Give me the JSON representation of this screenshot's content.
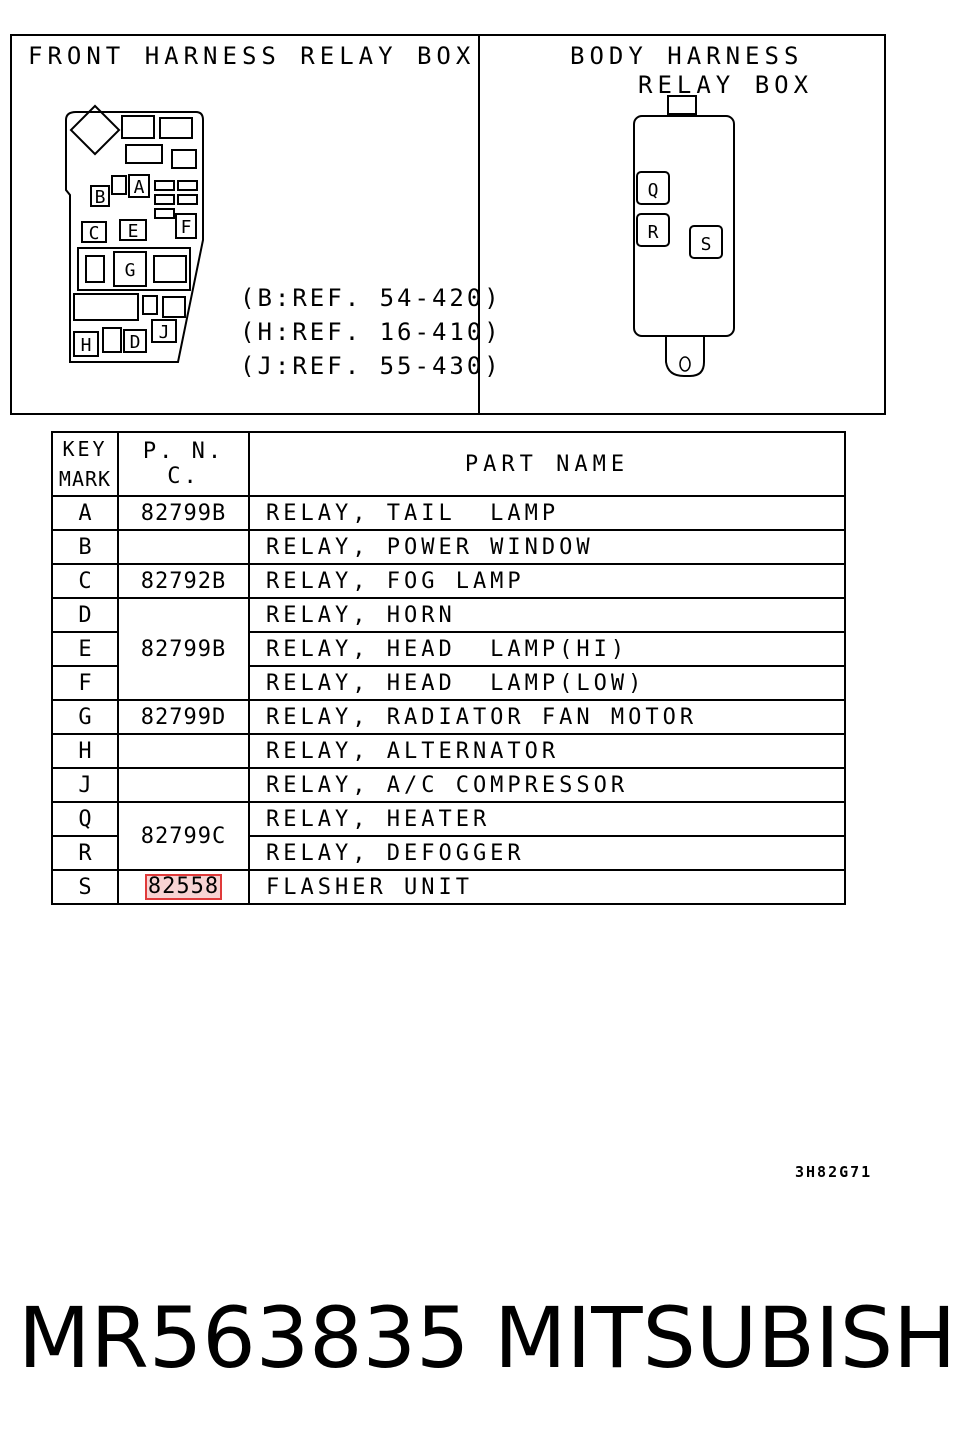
{
  "front_box": {
    "title": "FRONT HARNESS RELAY BOX",
    "refs": [
      "(B:REF. 54-420)",
      "(H:REF. 16-410)",
      "(J:REF. 55-430)"
    ],
    "labels": [
      "A",
      "B",
      "C",
      "E",
      "F",
      "G",
      "D",
      "H",
      "J"
    ]
  },
  "body_box": {
    "title_line1": "BODY HARNESS",
    "title_line2": "RELAY BOX",
    "labels": [
      "Q",
      "R",
      "S"
    ]
  },
  "table": {
    "headers": {
      "key_line1": "KEY",
      "key_line2": "MARK",
      "pnc": "P. N. C.",
      "name": "PART NAME"
    },
    "rows": [
      {
        "key": "A",
        "pnc": "82799B",
        "name": "RELAY, TAIL  LAMP"
      },
      {
        "key": "B",
        "pnc": "",
        "name": "RELAY, POWER WINDOW"
      },
      {
        "key": "C",
        "pnc": "82792B",
        "name": "RELAY, FOG LAMP"
      },
      {
        "key": "D",
        "pnc": "82799B",
        "name": "RELAY, HORN"
      },
      {
        "key": "E",
        "pnc": "",
        "name": "RELAY, HEAD  LAMP(HI)"
      },
      {
        "key": "F",
        "pnc": "",
        "name": "RELAY, HEAD  LAMP(LOW)"
      },
      {
        "key": "G",
        "pnc": "82799D",
        "name": "RELAY, RADIATOR FAN MOTOR"
      },
      {
        "key": "H",
        "pnc": "",
        "name": "RELAY, ALTERNATOR"
      },
      {
        "key": "J",
        "pnc": "",
        "name": "RELAY, A/C COMPRESSOR"
      },
      {
        "key": "Q",
        "pnc": "82799C",
        "name": "RELAY, HEATER"
      },
      {
        "key": "R",
        "pnc": "",
        "name": "RELAY, DEFOGGER"
      },
      {
        "key": "S",
        "pnc": "82558",
        "name": "FLASHER UNIT"
      }
    ]
  },
  "highlight_color": "#e03a3a",
  "drawing_code": "3H82G71",
  "footer": {
    "part_number": "MR563835",
    "brand": "MITSUBISHI"
  }
}
